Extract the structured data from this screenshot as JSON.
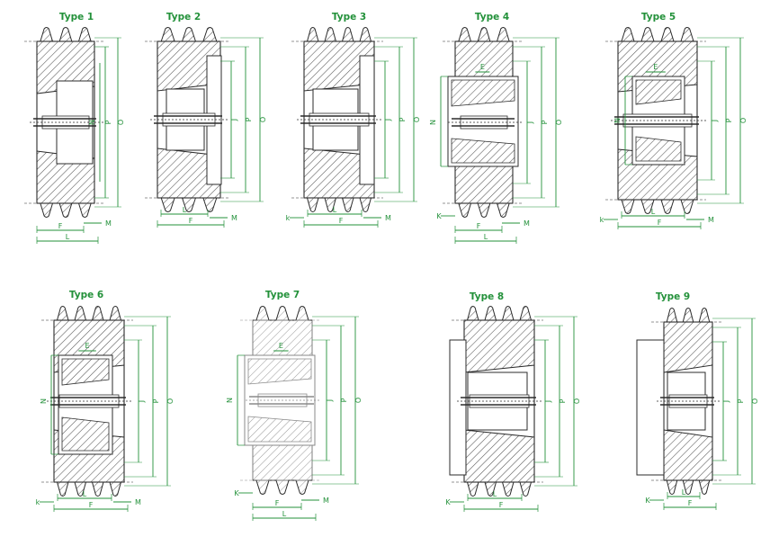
{
  "colors": {
    "dimension_green": "#23913a",
    "outline": "#2b2b2b",
    "hatch": "#555555",
    "light_outline": "#8a8a8a",
    "background": "#ffffff"
  },
  "pulleys": [
    {
      "title": "Type 1",
      "labels": {
        "vertical": [
          "N",
          "P",
          "O"
        ],
        "bottom": [
          "F",
          "L",
          "M"
        ]
      }
    },
    {
      "title": "Type 2",
      "labels": {
        "vertical": [
          "J",
          "P",
          "O"
        ],
        "bottom": [
          "L",
          "M",
          "F"
        ]
      }
    },
    {
      "title": "Type 3",
      "labels": {
        "vertical": [
          "J",
          "P",
          "O"
        ],
        "bottom": [
          "k",
          "L",
          "M",
          "F"
        ]
      }
    },
    {
      "title": "Type 4",
      "labels": {
        "vertical": [
          "N",
          "J",
          "P",
          "O"
        ],
        "bottom": [
          "E",
          "K",
          "M",
          "F",
          "L"
        ]
      }
    },
    {
      "title": "Type 5",
      "labels": {
        "vertical": [
          "N",
          "J",
          "P",
          "O"
        ],
        "bottom": [
          "E",
          "k",
          "L",
          "M",
          "F"
        ]
      }
    },
    {
      "title": "Type 6",
      "labels": {
        "vertical": [
          "N",
          "J",
          "P",
          "O"
        ],
        "bottom": [
          "E",
          "k",
          "L",
          "M",
          "F"
        ]
      }
    },
    {
      "title": "Type 7",
      "labels": {
        "vertical": [
          "N",
          "J",
          "P",
          "O"
        ],
        "bottom": [
          "E",
          "K",
          "M",
          "F",
          "L"
        ]
      }
    },
    {
      "title": "Type 8",
      "labels": {
        "vertical": [
          "J",
          "P",
          "O"
        ],
        "bottom": [
          "K",
          "L",
          "F"
        ]
      }
    },
    {
      "title": "Type 9",
      "labels": {
        "vertical": [
          "J",
          "P",
          "O"
        ],
        "bottom": [
          "K",
          "L",
          "F"
        ]
      }
    }
  ]
}
